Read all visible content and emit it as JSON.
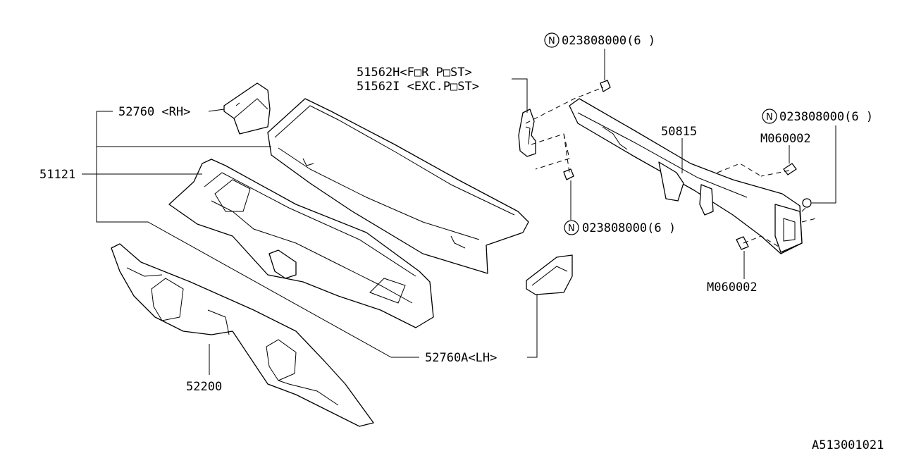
{
  "callouts": {
    "rh_panel": "52760 <RH>",
    "cowl_panel": "51121",
    "lh_panel": "52760A<LH>",
    "insulator": "52200",
    "bracket_post": "51562H<F□R P□ST>",
    "bracket_exc": "51562I <EXC.P□ST>",
    "nut_top": "023808000(6 )",
    "nut_mid": "023808000(6 )",
    "nut_right": "023808000(6 )",
    "beam": "50815",
    "bolt_upper": "M060002",
    "bolt_lower": "M060002",
    "diagram_id": "A513001021"
  },
  "symbols": {
    "nut_marker": "N"
  }
}
